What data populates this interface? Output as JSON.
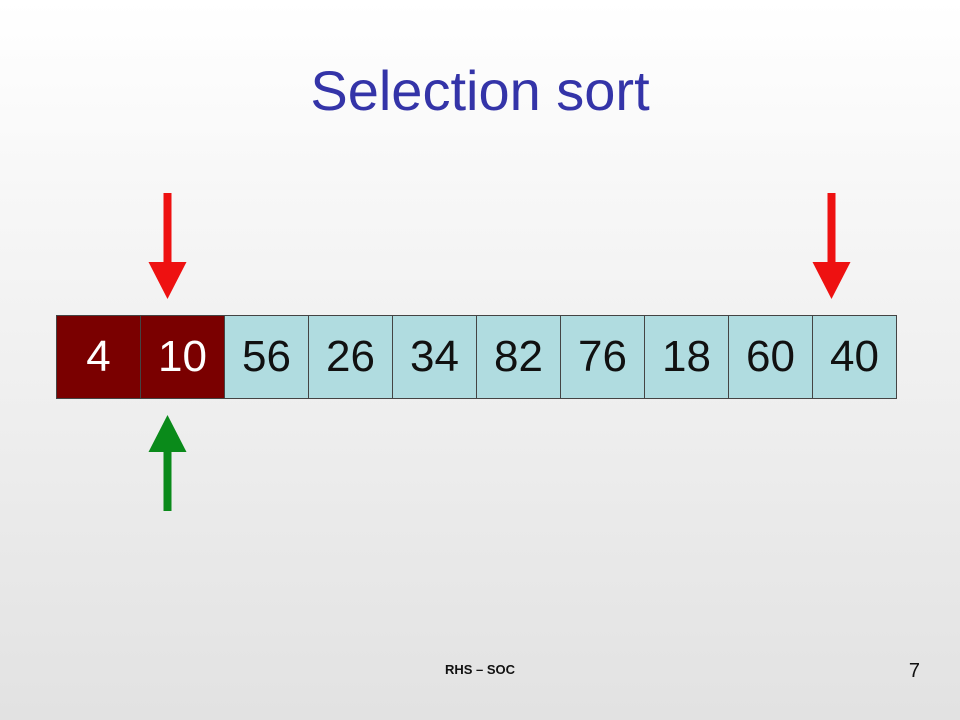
{
  "slide": {
    "title": "Selection sort",
    "footer": "RHS – SOC",
    "page_number": "7",
    "array": [
      {
        "value": "4",
        "state": "sorted"
      },
      {
        "value": "10",
        "state": "sorted"
      },
      {
        "value": "56",
        "state": "unsorted"
      },
      {
        "value": "26",
        "state": "unsorted"
      },
      {
        "value": "34",
        "state": "unsorted"
      },
      {
        "value": "82",
        "state": "unsorted"
      },
      {
        "value": "76",
        "state": "unsorted"
      },
      {
        "value": "18",
        "state": "unsorted"
      },
      {
        "value": "60",
        "state": "unsorted"
      },
      {
        "value": "40",
        "state": "unsorted"
      }
    ],
    "pointers": [
      {
        "name": "left-pointer",
        "index": 1,
        "direction": "down",
        "color": "#ee1111"
      },
      {
        "name": "right-pointer",
        "index": 9,
        "direction": "down",
        "color": "#ee1111"
      },
      {
        "name": "min-pointer",
        "index": 1,
        "direction": "up",
        "color": "#0a8a1a"
      }
    ],
    "colors": {
      "title": "#3434a8",
      "sorted_cell": "#7a0000",
      "unsorted_cell": "#b0dce0"
    }
  }
}
